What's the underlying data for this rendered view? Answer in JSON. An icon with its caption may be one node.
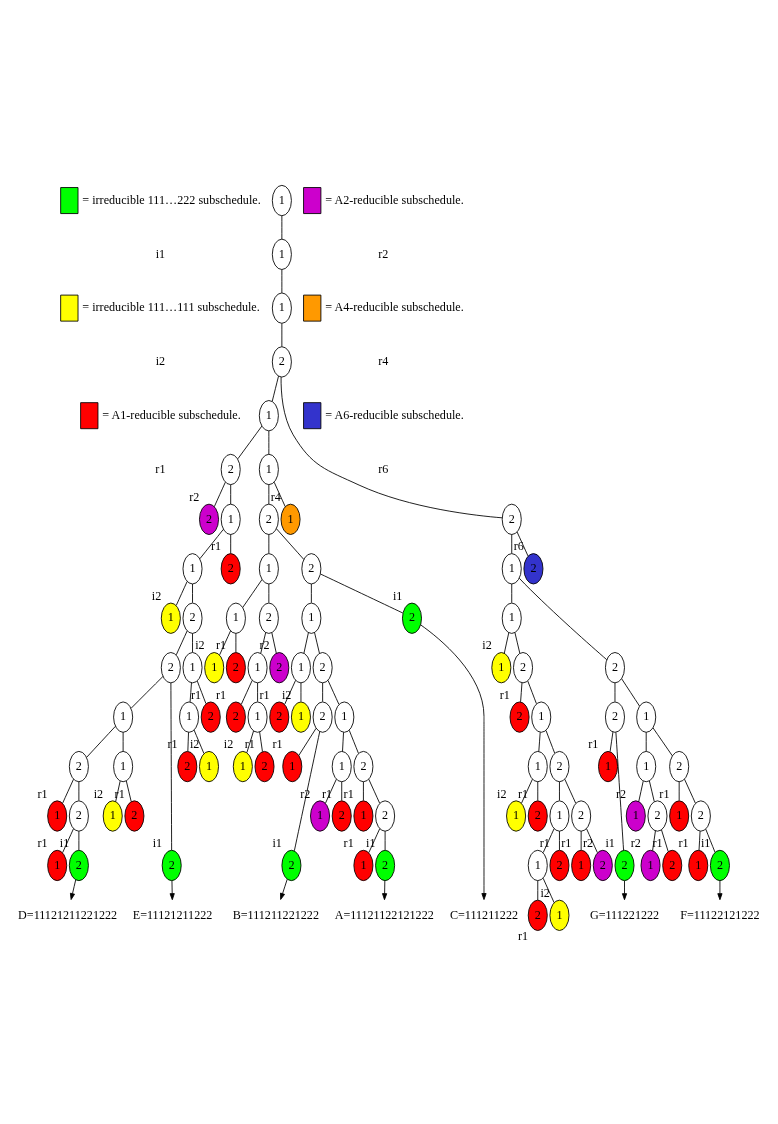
{
  "diagram": {
    "nodes": [
      {
        "text": [
          "1"
        ]
      },
      {
        "text": [
          "1"
        ]
      },
      {
        "text": [
          "1"
        ]
      },
      {
        "text": [
          "2"
        ]
      },
      {
        "text": [
          "1"
        ]
      },
      {
        "text": [
          "1"
        ]
      },
      {
        "text": [
          "1"
        ],
        "beside": [
          "r4"
        ]
      },
      {
        "text": [
          "2"
        ]
      },
      {
        "text": [
          "1"
        ]
      },
      {
        "text": [
          "1"
        ]
      },
      {
        "text": [
          "1"
        ],
        "beside": [
          "i2"
        ]
      },
      {
        "text": [
          "2"
        ],
        "beside": [
          "r1"
        ]
      },
      {
        "text": [
          "2"
        ]
      },
      {
        "text": [
          "1"
        ]
      },
      {
        "text": [
          "1"
        ]
      },
      {
        "text": [
          "1"
        ],
        "beside": [
          "i2"
        ]
      },
      {
        "text": [
          "2"
        ],
        "beside": [
          "r1"
        ]
      },
      {
        "text": [
          "2"
        ],
        "beside": [
          "r1"
        ]
      },
      {
        "text": [
          "2"
        ],
        "beside": [
          "r2"
        ]
      },
      {
        "text": [
          "2"
        ]
      },
      {
        "text": [
          "1"
        ]
      },
      {
        "text": [
          "1"
        ]
      },
      {
        "text": [
          "1"
        ],
        "beside": [
          "i2"
        ]
      },
      {
        "text": [
          "2"
        ],
        "beside": [
          "r1"
        ]
      },
      {
        "text": [
          "2"
        ]
      },
      {
        "text": [
          "1"
        ]
      },
      {
        "text": [
          "1"
        ]
      },
      {
        "text": [
          "1"
        ],
        "beside": [
          "r2"
        ]
      },
      {
        "text": [
          "2"
        ],
        "beside": [
          "r1"
        ]
      },
      {
        "text": [
          "2"
        ]
      },
      {
        "text": [
          "1"
        ],
        "beside": [
          "r1"
        ]
      },
      {
        "text": [
          "2"
        ]
      },
      {
        "text": [
          "1"
        ],
        "beside": [
          "r1"
        ]
      },
      {
        "text": [
          "2"
        ],
        "beside": [
          "i1"
        ]
      },
      {
        "text": [
          "2"
        ]
      },
      {
        "text": [
          "1"
        ],
        "beside": [
          "r1"
        ]
      },
      {
        "text": [
          "2"
        ],
        "beside": [
          "i1"
        ]
      },
      {
        "text": [
          "2"
        ],
        "beside": [
          "i1"
        ]
      },
      {
        "text": [
          "2"
        ]
      },
      {
        "text": [
          "1"
        ]
      },
      {
        "text": [
          "1"
        ]
      },
      {
        "text": [
          "1"
        ],
        "beside": [
          "i2"
        ]
      },
      {
        "text": [
          "2"
        ]
      },
      {
        "text": [
          "1"
        ]
      },
      {
        "text": [
          "1"
        ]
      },
      {
        "text": [
          "1"
        ],
        "beside": [
          "i2"
        ]
      },
      {
        "text": [
          "2"
        ],
        "beside": [
          "r1"
        ]
      },
      {
        "text": [
          "2"
        ],
        "beside": [
          "r1"
        ]
      },
      {
        "text": [
          "2"
        ]
      },
      {
        "text": [
          "1"
        ]
      },
      {
        "text": [
          "1"
        ]
      },
      {
        "text": [
          "1"
        ],
        "beside": [
          "i2"
        ]
      },
      {
        "text": [
          "2"
        ],
        "beside": [
          "r1"
        ]
      },
      {
        "text": [
          "2"
        ]
      },
      {
        "text": [
          "1"
        ],
        "beside": [
          "r1"
        ]
      },
      {
        "text": [
          "2"
        ]
      },
      {
        "text": [
          "1"
        ],
        "beside": [
          "r1"
        ]
      },
      {
        "text": [
          "2"
        ],
        "beside": [
          "i1"
        ]
      },
      {
        "text": [
          "2"
        ],
        "beside": [
          "i1"
        ]
      },
      {
        "text": [
          "2"
        ],
        "beside": [
          "r1"
        ]
      },
      {
        "text": [
          "2"
        ],
        "beside": [
          "r2"
        ]
      },
      {
        "text": [
          "2"
        ]
      },
      {
        "text": [
          "1"
        ]
      },
      {
        "text": [
          "1"
        ]
      },
      {
        "text": [
          "1"
        ],
        "beside": [
          "i2"
        ]
      },
      {
        "text": [
          "2"
        ]
      },
      {
        "text": [
          "1"
        ]
      },
      {
        "text": [
          "1"
        ]
      },
      {
        "text": [
          "1"
        ],
        "beside": [
          "i2"
        ]
      },
      {
        "text": [
          "2"
        ],
        "beside": [
          "r1"
        ]
      },
      {
        "text": [
          "2"
        ]
      },
      {
        "text": [
          "1"
        ]
      },
      {
        "text": [
          "1"
        ]
      },
      {
        "text": [
          "1"
        ],
        "beside": [
          "i2"
        ]
      },
      {
        "text": [
          "2"
        ],
        "beside": [
          "r1"
        ]
      },
      {
        "text": [
          "2"
        ],
        "beside": [
          "r1"
        ]
      },
      {
        "text": [
          "2"
        ]
      },
      {
        "text": [
          "1"
        ],
        "beside": [
          "r1"
        ]
      },
      {
        "text": [
          "2"
        ],
        "beside": [
          "r2"
        ]
      },
      {
        "text": [
          "2"
        ],
        "beside": [
          "r1"
        ]
      },
      {
        "text": [
          "2"
        ]
      },
      {
        "text": [
          "1"
        ]
      },
      {
        "text": [
          "1"
        ]
      },
      {
        "text": [
          "1"
        ],
        "beside": [
          "r2"
        ]
      },
      {
        "text": [
          "2"
        ]
      },
      {
        "text": [
          "1"
        ],
        "beside": [
          "r2"
        ]
      },
      {
        "text": [
          "2"
        ],
        "beside": [
          "r1"
        ]
      },
      {
        "text": [
          "2"
        ]
      },
      {
        "text": [
          "1"
        ],
        "beside": [
          "r1"
        ]
      },
      {
        "text": [
          "2"
        ]
      },
      {
        "text": [
          "1"
        ],
        "beside": [
          "r1"
        ]
      },
      {
        "text": [
          "2"
        ],
        "beside": [
          "i1"
        ]
      },
      {
        "text": [
          "2"
        ]
      },
      {
        "text": [
          "1"
        ],
        "beside": [
          "r1"
        ]
      },
      {
        "text": [
          "2"
        ],
        "beside": [
          "i1"
        ]
      },
      {
        "text": [
          "2"
        ],
        "beside": [
          "r6"
        ]
      },
      {
        "text": [
          "C=111211222"
        ]
      },
      {
        "text": [
          "B=111211221222"
        ]
      },
      {
        "text": [
          "A=11121122121222"
        ]
      },
      {
        "text": [
          "E=11121211222"
        ]
      },
      {
        "text": [
          "D=11121211221222"
        ]
      },
      {
        "text": [
          "G=111221222"
        ]
      },
      {
        "text": [
          "F=11122121222"
        ]
      }
    ],
    "edges": [
      {
        "from": 0,
        "to": 1,
        "arrow": "none"
      },
      {
        "from": 1,
        "to": 2,
        "arrow": "none"
      },
      {
        "from": 2,
        "to": 3,
        "arrow": "none"
      },
      {
        "from": 3,
        "to": 4,
        "arrow": "none"
      },
      {
        "from": 3,
        "to": 61,
        "arrow": "none"
      },
      {
        "from": 4,
        "to": 5,
        "arrow": "none"
      },
      {
        "from": 4,
        "to": 38,
        "arrow": "none"
      },
      {
        "from": 5,
        "to": 6,
        "arrow": "none"
      },
      {
        "from": 5,
        "to": 7,
        "arrow": "none"
      },
      {
        "from": 7,
        "to": 8,
        "arrow": "none"
      },
      {
        "from": 7,
        "to": 19,
        "arrow": "none"
      },
      {
        "from": 8,
        "to": 9,
        "arrow": "none"
      },
      {
        "from": 8,
        "to": 12,
        "arrow": "none"
      },
      {
        "from": 9,
        "to": 10,
        "arrow": "none"
      },
      {
        "from": 9,
        "to": 11,
        "arrow": "none"
      },
      {
        "from": 12,
        "to": 13,
        "arrow": "none"
      },
      {
        "from": 12,
        "to": 18,
        "arrow": "none"
      },
      {
        "from": 13,
        "to": 14,
        "arrow": "none"
      },
      {
        "from": 13,
        "to": 17,
        "arrow": "none"
      },
      {
        "from": 14,
        "to": 15,
        "arrow": "none"
      },
      {
        "from": 14,
        "to": 16,
        "arrow": "none"
      },
      {
        "from": 19,
        "to": 20,
        "arrow": "none"
      },
      {
        "from": 19,
        "to": 37,
        "arrow": "none"
      },
      {
        "from": 20,
        "to": 21,
        "arrow": "none"
      },
      {
        "from": 20,
        "to": 24,
        "arrow": "none"
      },
      {
        "from": 21,
        "to": 22,
        "arrow": "none"
      },
      {
        "from": 21,
        "to": 23,
        "arrow": "none"
      },
      {
        "from": 24,
        "to": 25,
        "arrow": "none"
      },
      {
        "from": 24,
        "to": 34,
        "arrow": "none"
      },
      {
        "from": 25,
        "to": 26,
        "arrow": "none"
      },
      {
        "from": 25,
        "to": 29,
        "arrow": "none"
      },
      {
        "from": 26,
        "to": 27,
        "arrow": "none"
      },
      {
        "from": 26,
        "to": 28,
        "arrow": "none"
      },
      {
        "from": 29,
        "to": 30,
        "arrow": "none"
      },
      {
        "from": 29,
        "to": 31,
        "arrow": "none"
      },
      {
        "from": 31,
        "to": 32,
        "arrow": "none"
      },
      {
        "from": 31,
        "to": 33,
        "arrow": "none"
      },
      {
        "from": 34,
        "to": 35,
        "arrow": "none"
      },
      {
        "from": 34,
        "to": 36,
        "arrow": "none"
      },
      {
        "from": 38,
        "to": 39,
        "arrow": "none"
      },
      {
        "from": 38,
        "to": 60,
        "arrow": "none"
      },
      {
        "from": 39,
        "to": 40,
        "arrow": "none"
      },
      {
        "from": 39,
        "to": 59,
        "arrow": "none"
      },
      {
        "from": 40,
        "to": 41,
        "arrow": "none"
      },
      {
        "from": 40,
        "to": 42,
        "arrow": "none"
      },
      {
        "from": 42,
        "to": 43,
        "arrow": "none"
      },
      {
        "from": 42,
        "to": 48,
        "arrow": "none"
      },
      {
        "from": 43,
        "to": 44,
        "arrow": "none"
      },
      {
        "from": 43,
        "to": 47,
        "arrow": "none"
      },
      {
        "from": 44,
        "to": 45,
        "arrow": "none"
      },
      {
        "from": 44,
        "to": 46,
        "arrow": "none"
      },
      {
        "from": 48,
        "to": 49,
        "arrow": "none"
      },
      {
        "from": 48,
        "to": 58,
        "arrow": "none"
      },
      {
        "from": 49,
        "to": 50,
        "arrow": "none"
      },
      {
        "from": 49,
        "to": 53,
        "arrow": "none"
      },
      {
        "from": 50,
        "to": 51,
        "arrow": "none"
      },
      {
        "from": 50,
        "to": 52,
        "arrow": "none"
      },
      {
        "from": 53,
        "to": 54,
        "arrow": "none"
      },
      {
        "from": 53,
        "to": 55,
        "arrow": "none"
      },
      {
        "from": 55,
        "to": 56,
        "arrow": "none"
      },
      {
        "from": 55,
        "to": 57,
        "arrow": "none"
      },
      {
        "from": 61,
        "to": 62,
        "arrow": "none"
      },
      {
        "from": 61,
        "to": 95,
        "arrow": "none"
      },
      {
        "from": 62,
        "to": 63,
        "arrow": "none"
      },
      {
        "from": 62,
        "to": 80,
        "arrow": "none"
      },
      {
        "from": 63,
        "to": 64,
        "arrow": "none"
      },
      {
        "from": 63,
        "to": 65,
        "arrow": "none"
      },
      {
        "from": 65,
        "to": 66,
        "arrow": "none"
      },
      {
        "from": 65,
        "to": 79,
        "arrow": "none"
      },
      {
        "from": 66,
        "to": 67,
        "arrow": "none"
      },
      {
        "from": 66,
        "to": 70,
        "arrow": "none"
      },
      {
        "from": 67,
        "to": 68,
        "arrow": "none"
      },
      {
        "from": 67,
        "to": 69,
        "arrow": "none"
      },
      {
        "from": 70,
        "to": 71,
        "arrow": "none"
      },
      {
        "from": 70,
        "to": 76,
        "arrow": "none"
      },
      {
        "from": 71,
        "to": 72,
        "arrow": "none"
      },
      {
        "from": 71,
        "to": 75,
        "arrow": "none"
      },
      {
        "from": 72,
        "to": 73,
        "arrow": "none"
      },
      {
        "from": 72,
        "to": 74,
        "arrow": "none"
      },
      {
        "from": 76,
        "to": 77,
        "arrow": "none"
      },
      {
        "from": 76,
        "to": 78,
        "arrow": "none"
      },
      {
        "from": 80,
        "to": 81,
        "arrow": "none"
      },
      {
        "from": 80,
        "to": 92,
        "arrow": "none"
      },
      {
        "from": 81,
        "to": 82,
        "arrow": "none"
      },
      {
        "from": 81,
        "to": 87,
        "arrow": "none"
      },
      {
        "from": 82,
        "to": 83,
        "arrow": "none"
      },
      {
        "from": 82,
        "to": 84,
        "arrow": "none"
      },
      {
        "from": 84,
        "to": 85,
        "arrow": "none"
      },
      {
        "from": 84,
        "to": 86,
        "arrow": "none"
      },
      {
        "from": 87,
        "to": 88,
        "arrow": "none"
      },
      {
        "from": 87,
        "to": 89,
        "arrow": "none"
      },
      {
        "from": 89,
        "to": 90,
        "arrow": "none"
      },
      {
        "from": 89,
        "to": 91,
        "arrow": "none"
      },
      {
        "from": 92,
        "to": 93,
        "arrow": "none"
      },
      {
        "from": 92,
        "to": 94,
        "arrow": "none"
      },
      {
        "from": 37,
        "to": 96,
        "arrow": "to"
      },
      {
        "from": 36,
        "to": 97,
        "arrow": "to"
      },
      {
        "from": 33,
        "to": 98,
        "arrow": "to"
      },
      {
        "from": 58,
        "to": 99,
        "arrow": "to"
      },
      {
        "from": 57,
        "to": 100,
        "arrow": "to"
      },
      {
        "from": 94,
        "to": 101,
        "arrow": "to"
      },
      {
        "from": 91,
        "to": 102,
        "arrow": "to"
      }
    ],
    "labels": [
      "i1",
      "r2",
      "i2",
      "r4",
      "r1",
      "r6"
    ],
    "legend": [
      {
        "text": "= irreducible 111…222 subschedule.",
        "color": "#00ff00"
      },
      {
        "text": "= A2-reducible subschedule.",
        "color": "#cc00cc"
      },
      {
        "text": "= irreducible 111…111 subschedule.",
        "color": "#ffff00"
      },
      {
        "text": "= A4-reducible subschedule.",
        "color": "#ff9900"
      },
      {
        "text": "= A1-reducible subschedule.",
        "color": "#ff0000"
      },
      {
        "text": "= A6-reducible subschedule.",
        "color": "#3333cc"
      }
    ]
  }
}
